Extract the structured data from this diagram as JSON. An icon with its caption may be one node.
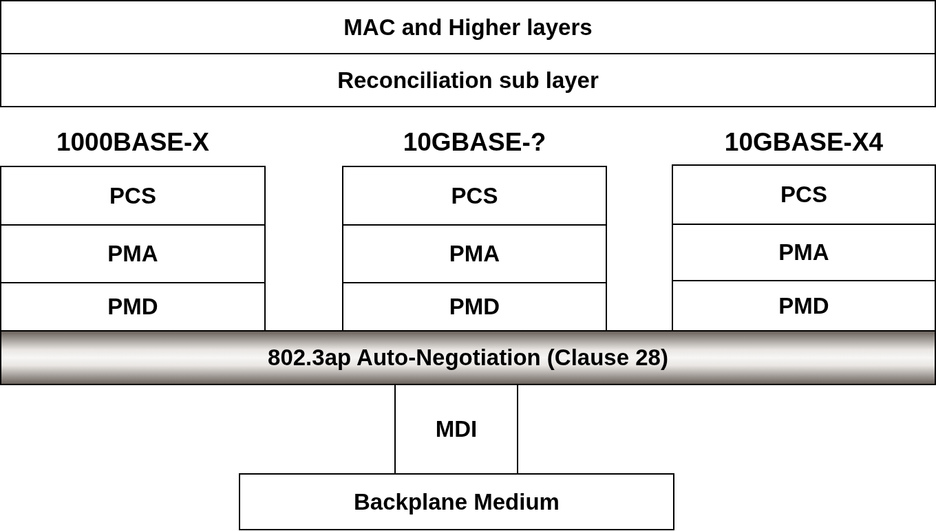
{
  "diagram": {
    "nodes": [
      {
        "text": [
          "MAC and Higher layers"
        ]
      },
      {
        "text": [
          "Reconciliation sub layer"
        ]
      },
      {
        "text": [
          "PCS"
        ]
      },
      {
        "text": [
          "PMA"
        ]
      },
      {
        "text": [
          "PMD"
        ]
      },
      {
        "text": [
          "PCS"
        ]
      },
      {
        "text": [
          "PMA"
        ]
      },
      {
        "text": [
          "PMD"
        ]
      },
      {
        "text": [
          "PCS"
        ]
      },
      {
        "text": [
          "PMA"
        ]
      },
      {
        "text": [
          "PMD"
        ]
      },
      {
        "text": [
          "802.3ap Auto-Negotiation (Clause 28)"
        ]
      },
      {
        "text": [
          "MDI"
        ]
      },
      {
        "text": [
          "Backplane Medium"
        ]
      }
    ],
    "labels": [
      "1000BASE-X",
      "10GBASE-?",
      "10GBASE-X4"
    ]
  }
}
